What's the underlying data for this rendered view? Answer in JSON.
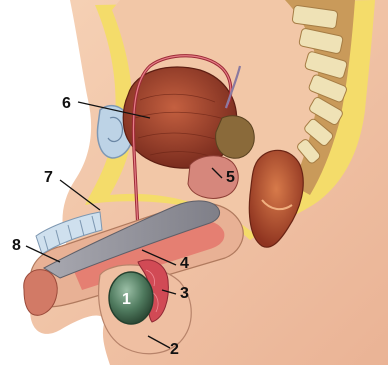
{
  "labels": {
    "l1": "1",
    "l2": "2",
    "l3": "3",
    "l4": "4",
    "l5": "5",
    "l6": "6",
    "l7": "7",
    "l8": "8"
  },
  "colors": {
    "skin": "#f4c6a6",
    "fat": "#f4dc6a",
    "muscle_red": "#c0443c",
    "bladder": "#a0452e",
    "spine_bone": "#e9d8a8",
    "vessel": "#9c2a36",
    "testis": "#4f7a5e"
  }
}
